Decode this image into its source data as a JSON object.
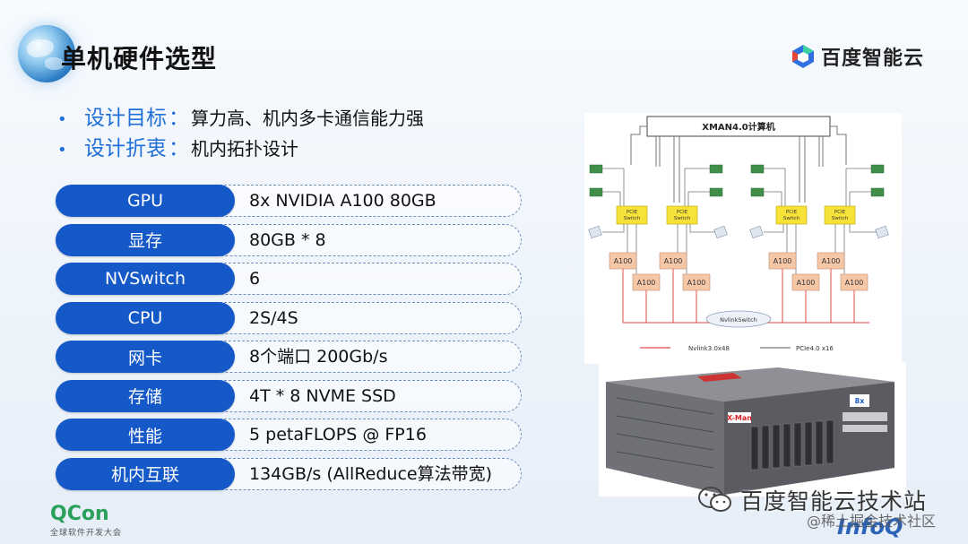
{
  "header": {
    "title": "单机硬件选型",
    "brand": "百度智能云"
  },
  "bullets": [
    {
      "label": "设计目标",
      "sep": "：",
      "value": "算力高、机内多卡通信能力强"
    },
    {
      "label": "设计折衷",
      "sep": "：",
      "value": "机内拓扑设计"
    }
  ],
  "specs": [
    {
      "key": "GPU",
      "value": "8x NVIDIA A100 80GB"
    },
    {
      "key": "显存",
      "value": "80GB * 8"
    },
    {
      "key": "NVSwitch",
      "value": "6"
    },
    {
      "key": "CPU",
      "value": "2S/4S"
    },
    {
      "key": "网卡",
      "value": "8个端口 200Gb/s"
    },
    {
      "key": "存储",
      "value": "4T * 8 NVME SSD"
    },
    {
      "key": "性能",
      "value": "5 petaFLOPS @ FP16"
    },
    {
      "key": "机内互联",
      "value": "134GB/s (AllReduce算法带宽)"
    }
  ],
  "topology": {
    "computer_label": "XMAN4.0计算机",
    "pcie_switch_label": [
      "PCIE",
      "Switch"
    ],
    "gpu_label": "A100",
    "nvlink_switch_label": "NvlinkSwitch",
    "legend": {
      "nvlink": "Nvlink3.0x48",
      "pcie": "PCIe4.0 x16"
    }
  },
  "server_photo": {
    "logo_text": "X-Man",
    "badge_text": "8x"
  },
  "footer": {
    "qcon_name": "QCon",
    "qcon_sub": "全球软件开发大会",
    "infoq": "InfoQ",
    "wechat_name": "百度智能云技术站",
    "watermark": "@稀土掘金技术社区"
  },
  "colors": {
    "accent_blue": "#1558c8",
    "bullet_blue": "#1f6fd8",
    "nvlink_red": "#e04b4b",
    "gpu_fill": "#f6c7a6",
    "pcie_fill": "#f7e23a"
  }
}
